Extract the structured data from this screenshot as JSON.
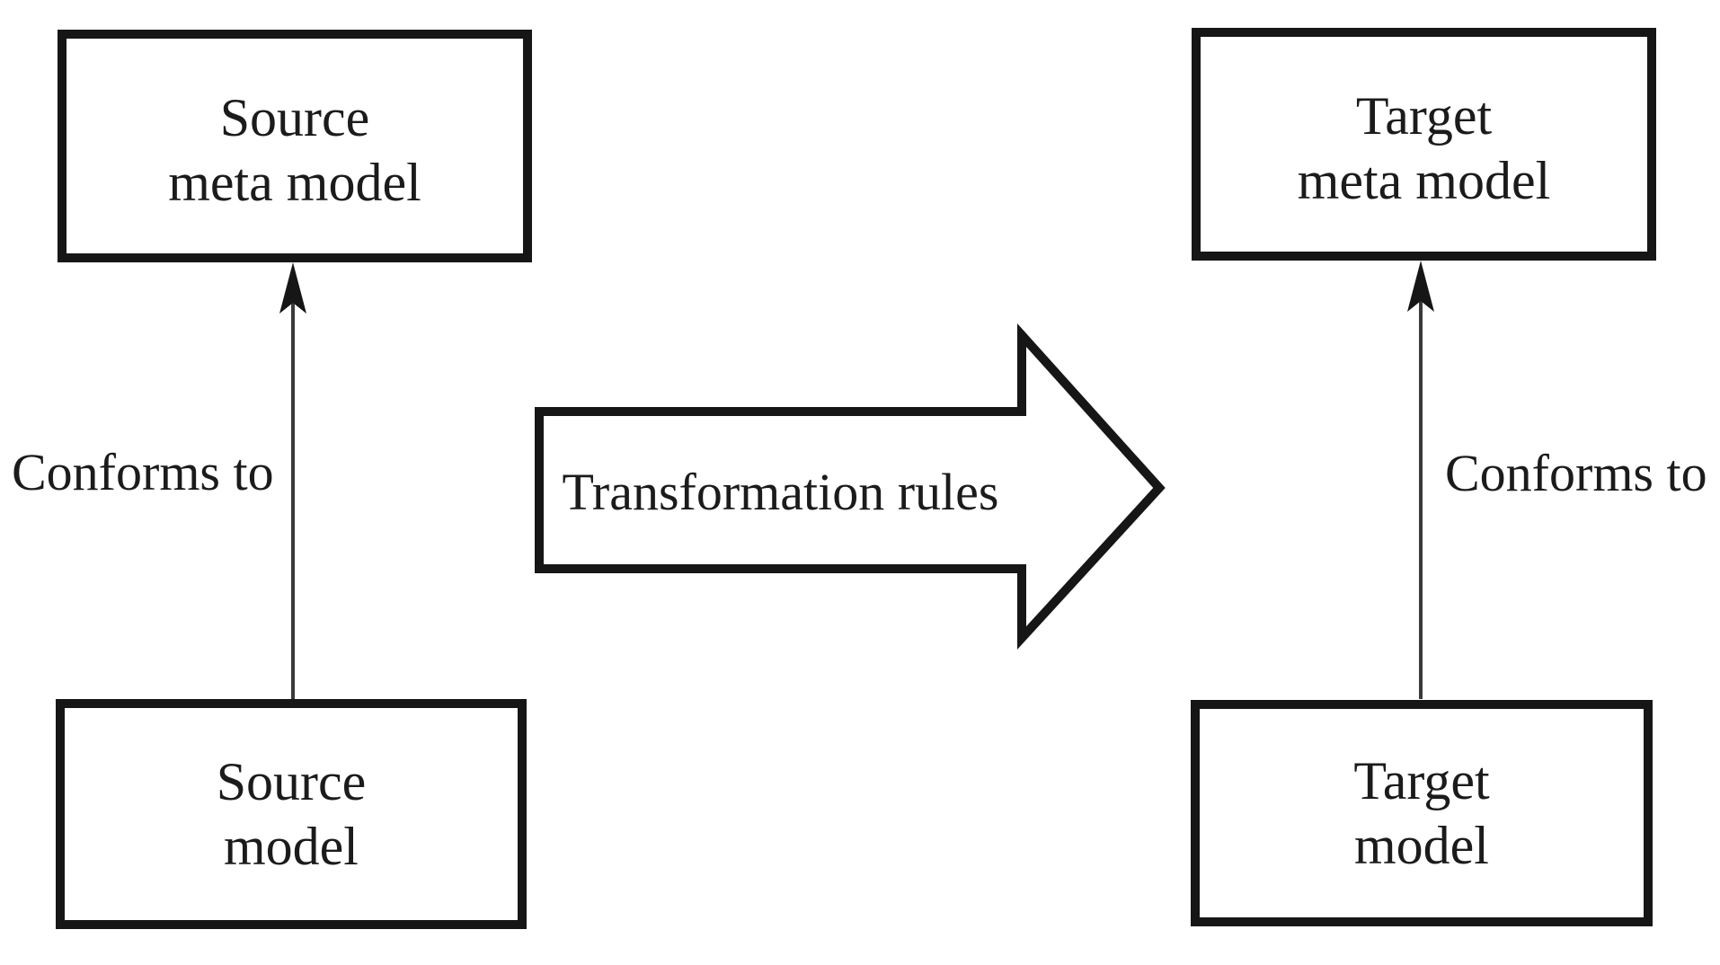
{
  "diagram": {
    "nodes": {
      "source_meta_model": {
        "line1": "Source",
        "line2": "meta model"
      },
      "target_meta_model": {
        "line1": "Target",
        "line2": "meta model"
      },
      "source_model": {
        "line1": "Source",
        "line2": "model"
      },
      "target_model": {
        "line1": "Target",
        "line2": "model"
      }
    },
    "edge_labels": {
      "conforms_left": "Conforms to",
      "conforms_right": "Conforms to",
      "transformation": "Transformation rules"
    },
    "colors": {
      "ink": "#161616",
      "connector": "#3a3a3a",
      "background": "#ffffff",
      "text": "#1b1b1b"
    }
  }
}
